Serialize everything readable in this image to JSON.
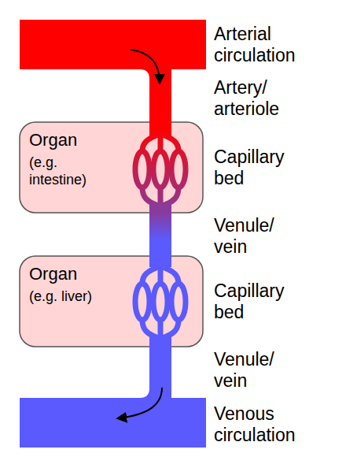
{
  "diagram": {
    "nodes": [
      {
        "text": [
          "Organ",
          "(e.g. intestine)"
        ]
      },
      {
        "text": [
          "Organ",
          "(e.g. liver)"
        ]
      }
    ],
    "edges": [
      {
        "from": 0,
        "to": 1,
        "arrow": "none"
      }
    ],
    "labels": [
      "Arterial circulation",
      "Artery/ arteriole",
      "Capillary bed",
      "Venule/ vein",
      "Capillary bed",
      "Venule/ vein",
      "Venous circulation"
    ]
  }
}
